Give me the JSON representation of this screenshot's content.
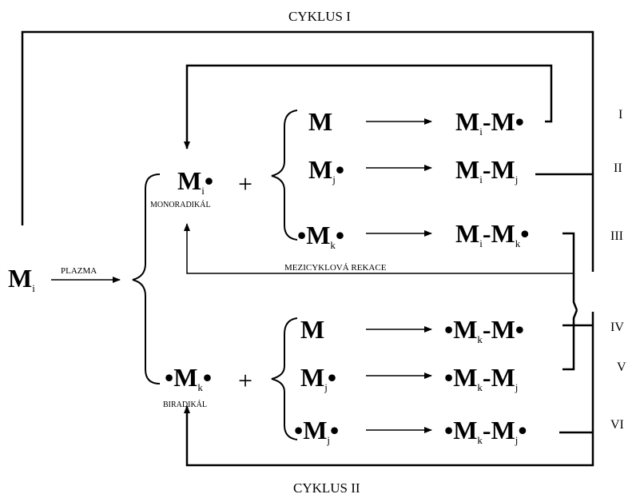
{
  "cycle_top": "CYKLUS I",
  "cycle_bottom": "CYKLUS II",
  "source": {
    "base": "M",
    "sub": "i"
  },
  "arrow_label": "PLAZMA",
  "monoradical": {
    "base": "M",
    "sub": "i",
    "dot": "•",
    "label": "MONORADIKÁL"
  },
  "biradical": {
    "dot_left": "•",
    "base": "M",
    "sub": "k",
    "dot": "•",
    "label": "BIRADIKÁL"
  },
  "plus": "+",
  "intercycle_label": "MEZICYKLOVÁ REKACE",
  "roman": [
    "I",
    "II",
    "III",
    "IV",
    "V",
    "VI"
  ],
  "upper_reactants": [
    {
      "text": "M",
      "sub": "",
      "suffix": ""
    },
    {
      "text": "M",
      "sub": "j",
      "suffix": "•"
    },
    {
      "text": "•M",
      "sub": "k",
      "suffix": "•"
    }
  ],
  "lower_reactants": [
    {
      "text": "M",
      "sub": "",
      "suffix": ""
    },
    {
      "text": "M",
      "sub": "j",
      "suffix": "•"
    },
    {
      "text": "•M",
      "sub": "j",
      "suffix": "•"
    }
  ],
  "upper_products": [
    {
      "a": "M",
      "a_sub": "i",
      "b": "-M",
      "b_sub": "",
      "suffix": "•"
    },
    {
      "a": "M",
      "a_sub": "i",
      "b": "-M",
      "b_sub": "j",
      "suffix": ""
    },
    {
      "a": "M",
      "a_sub": "i",
      "b": "-M",
      "b_sub": "k",
      "suffix": "•"
    }
  ],
  "lower_products": [
    {
      "a": "•M",
      "a_sub": "k",
      "b": "-M",
      "b_sub": "",
      "suffix": "•"
    },
    {
      "a": "•M",
      "a_sub": "k",
      "b": "-M",
      "b_sub": "j",
      "suffix": ""
    },
    {
      "a": "•M",
      "a_sub": "k",
      "b": "-M",
      "b_sub": "j",
      "suffix": "•"
    }
  ]
}
